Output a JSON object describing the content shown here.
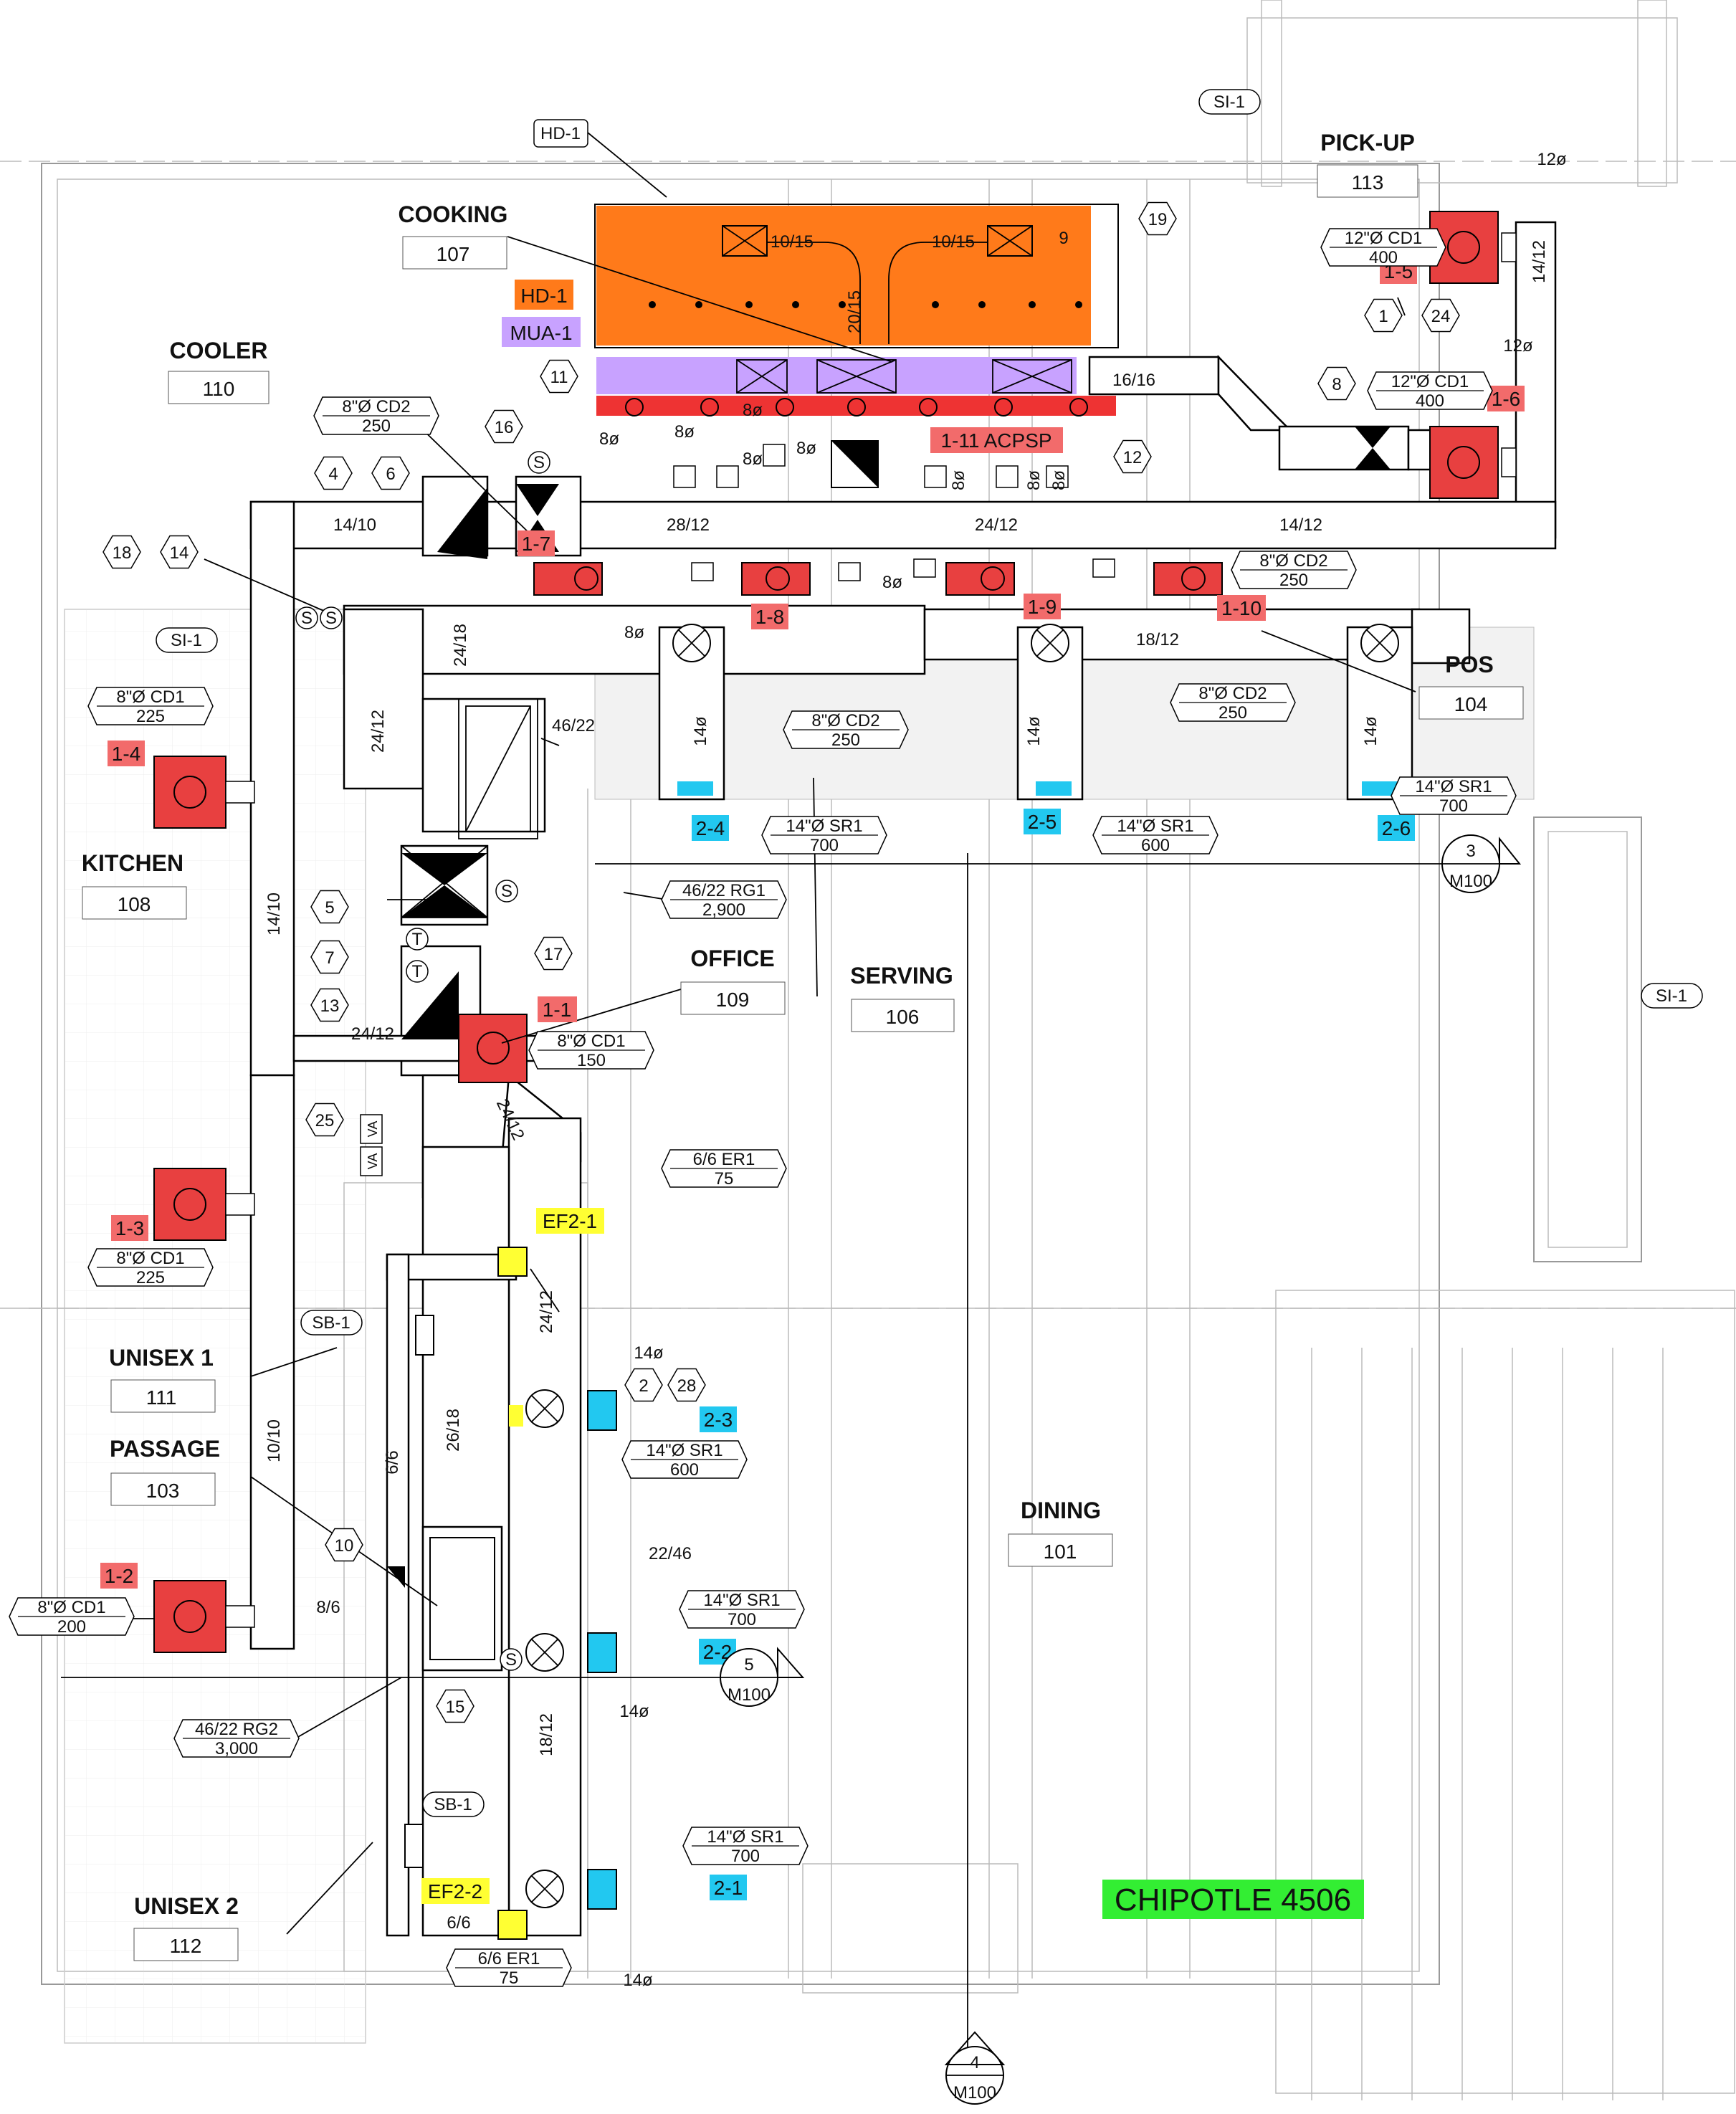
{
  "rooms": [
    {
      "name": "COOLER",
      "num": "110"
    },
    {
      "name": "COOKING",
      "num": "107"
    },
    {
      "name": "PICK-UP",
      "num": "113"
    },
    {
      "name": "POS",
      "num": "104"
    },
    {
      "name": "KITCHEN",
      "num": "108"
    },
    {
      "name": "OFFICE",
      "num": "109"
    },
    {
      "name": "SERVING",
      "num": "106"
    },
    {
      "name": "UNISEX 1",
      "num": "111"
    },
    {
      "name": "PASSAGE",
      "num": "103"
    },
    {
      "name": "DINING",
      "num": "101"
    },
    {
      "name": "UNISEX 2",
      "num": "112"
    }
  ],
  "equipment_tags": [
    {
      "text": "HD-1",
      "color": "#ff7a1a"
    },
    {
      "text": "MUA-1",
      "color": "#c8a2ff"
    },
    {
      "text": "1-1",
      "color": "#f26b6b"
    },
    {
      "text": "1-2",
      "color": "#f26b6b"
    },
    {
      "text": "1-3",
      "color": "#f26b6b"
    },
    {
      "text": "1-4",
      "color": "#f26b6b"
    },
    {
      "text": "1-5",
      "color": "#f26b6b"
    },
    {
      "text": "1-6",
      "color": "#f26b6b"
    },
    {
      "text": "1-7",
      "color": "#f26b6b"
    },
    {
      "text": "1-8",
      "color": "#f26b6b"
    },
    {
      "text": "1-9",
      "color": "#f26b6b"
    },
    {
      "text": "1-10",
      "color": "#f26b6b"
    },
    {
      "text": "1-11 ACPSP",
      "color": "#f26b6b"
    },
    {
      "text": "2-1",
      "color": "#22c8f0"
    },
    {
      "text": "2-2",
      "color": "#22c8f0"
    },
    {
      "text": "2-3",
      "color": "#22c8f0"
    },
    {
      "text": "2-4",
      "color": "#22c8f0"
    },
    {
      "text": "2-5",
      "color": "#22c8f0"
    },
    {
      "text": "2-6",
      "color": "#22c8f0"
    },
    {
      "text": "EF2-1",
      "color": "#ffff33"
    },
    {
      "text": "EF2-2",
      "color": "#ffff33"
    }
  ],
  "title_tag": {
    "text": "CHIPOTLE 4506",
    "color": "#33ee33"
  },
  "diffuser_tags": [
    {
      "top": "8\"Ø CD2",
      "bottom": "250"
    },
    {
      "top": "8\"Ø CD1",
      "bottom": "225"
    },
    {
      "top": "8\"Ø CD1",
      "bottom": "225"
    },
    {
      "top": "8\"Ø CD1",
      "bottom": "200"
    },
    {
      "top": "8\"Ø CD1",
      "bottom": "150"
    },
    {
      "top": "12\"Ø CD1",
      "bottom": "400"
    },
    {
      "top": "12\"Ø CD1",
      "bottom": "400"
    },
    {
      "top": "8\"Ø CD2",
      "bottom": "250"
    },
    {
      "top": "8\"Ø CD2",
      "bottom": "250"
    },
    {
      "top": "8\"Ø CD2",
      "bottom": "250"
    },
    {
      "top": "14\"Ø SR1",
      "bottom": "700"
    },
    {
      "top": "14\"Ø SR1",
      "bottom": "600"
    },
    {
      "top": "14\"Ø SR1",
      "bottom": "700"
    },
    {
      "top": "14\"Ø SR1",
      "bottom": "600"
    },
    {
      "top": "14\"Ø SR1",
      "bottom": "700"
    },
    {
      "top": "14\"Ø SR1",
      "bottom": "700"
    },
    {
      "top": "46/22 RG1",
      "bottom": "2,900"
    },
    {
      "top": "46/22 RG2",
      "bottom": "3,000"
    },
    {
      "top": "6/6 ER1",
      "bottom": "75"
    },
    {
      "top": "6/6 ER1",
      "bottom": "75"
    }
  ],
  "duct_labels": [
    "10/15",
    "10/15",
    "20/15",
    "9",
    "16/16",
    "14/12",
    "28/12",
    "24/12",
    "14/12",
    "14/10",
    "24/18",
    "24/12",
    "46/22",
    "24/12",
    "18/12",
    "14ø",
    "14ø",
    "14ø",
    "14/10",
    "24/12",
    "24/12",
    "26/18",
    "10/10",
    "6/6",
    "18/12",
    "22/46",
    "8/6",
    "6/6",
    "12ø",
    "12ø",
    "8ø",
    "8ø",
    "8ø",
    "8ø",
    "8ø",
    "8ø",
    "8ø",
    "8ø",
    "8ø",
    "8ø",
    "14ø",
    "14ø",
    "14ø"
  ],
  "keynotes": [
    "19",
    "1",
    "24",
    "8",
    "11",
    "16",
    "4",
    "6",
    "12",
    "18",
    "14",
    "5",
    "7",
    "13",
    "17",
    "25",
    "2",
    "28",
    "10",
    "15"
  ],
  "callouts": [
    {
      "tag": "HD-1"
    },
    {
      "tag": "SI-1"
    },
    {
      "tag": "SI-1"
    },
    {
      "tag": "SI-1"
    },
    {
      "tag": "SB-1"
    },
    {
      "tag": "SB-1"
    }
  ],
  "section_marks": [
    {
      "num": "3",
      "sheet": "M100"
    },
    {
      "num": "5",
      "sheet": "M100"
    },
    {
      "num": "4",
      "sheet": "M100"
    }
  ],
  "symbols": {
    "s": "S",
    "t": "T",
    "va": "VA"
  }
}
